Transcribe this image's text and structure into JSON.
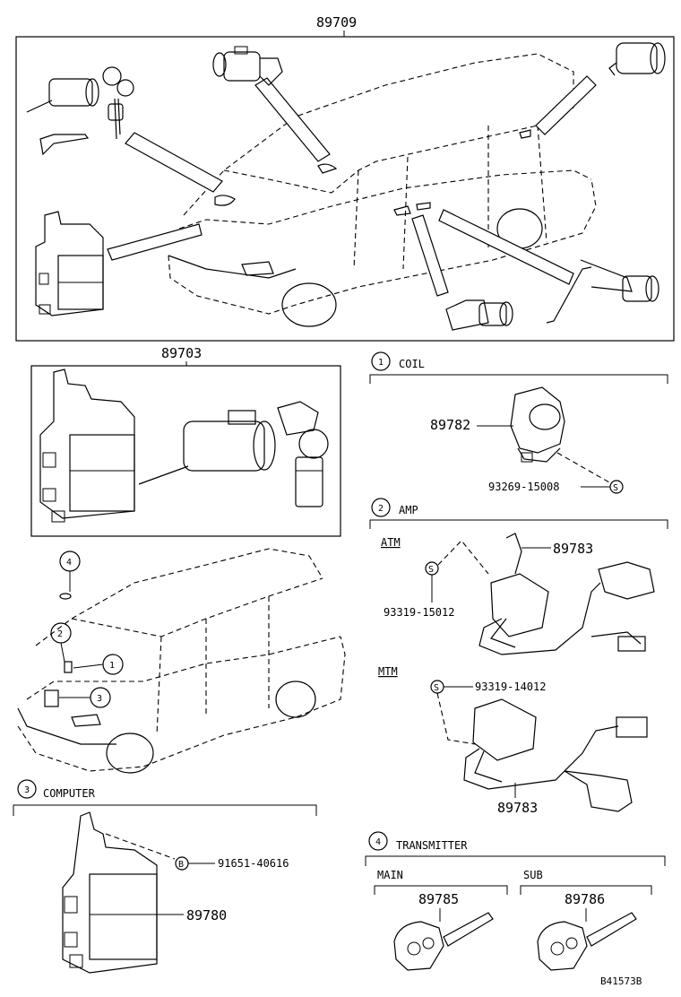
{
  "diagram": {
    "top_assembly_part": "89709",
    "kit_assembly_part": "89703",
    "sections": [
      {
        "number": "1",
        "title": "COIL",
        "parts": [
          "89782",
          "93269-15008"
        ],
        "fastener_symbol": "S"
      },
      {
        "number": "2",
        "title": "AMP",
        "variants": [
          {
            "label": "ATM",
            "parts": [
              "93319-15012",
              "89783"
            ],
            "fastener_symbol": "S"
          },
          {
            "label": "MTM",
            "parts": [
              "93319-14012",
              "89783"
            ],
            "fastener_symbol": "S"
          }
        ]
      },
      {
        "number": "3",
        "title": "COMPUTER",
        "parts": [
          "91651-40616",
          "89780"
        ],
        "fastener_symbol": "B"
      },
      {
        "number": "4",
        "title": "TRANSMITTER",
        "variants": [
          {
            "label": "MAIN",
            "parts": [
              "89785"
            ]
          },
          {
            "label": "SUB",
            "parts": [
              "89786"
            ]
          }
        ]
      }
    ],
    "vehicle_callouts": [
      "1",
      "2",
      "3",
      "4"
    ],
    "drawing_reference": "B41573B"
  }
}
